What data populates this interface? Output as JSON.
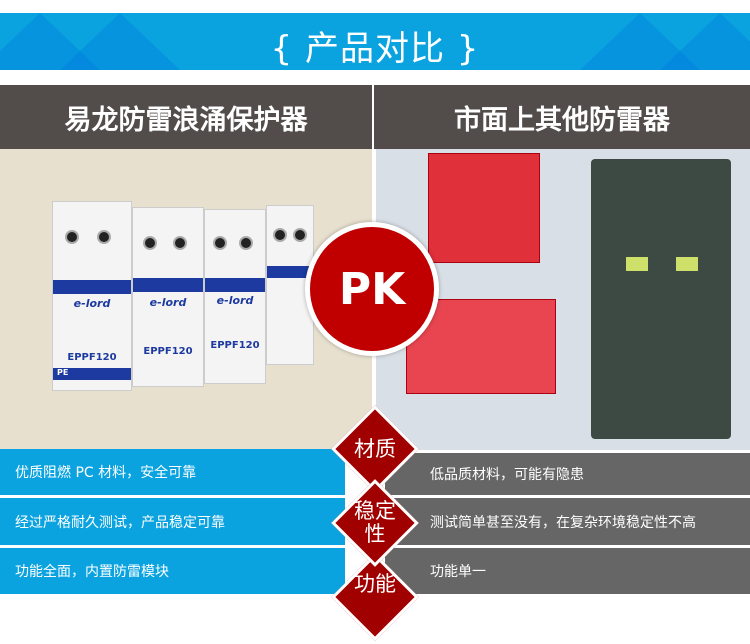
{
  "banner": {
    "title": "{ 产品对比 }"
  },
  "headers": {
    "left": "易龙防雷浪涌保护器",
    "right": "市面上其他防雷器"
  },
  "product": {
    "brand": "e-lord",
    "model": "EPPF120",
    "pe": "PE"
  },
  "pk": "PK",
  "rows": [
    {
      "category": "材质",
      "left": "优质阻燃 PC 材料，安全可靠",
      "right": "低品质材料，可能有隐患"
    },
    {
      "category": "稳定性",
      "left": "经过严格耐久测试，产品稳定可靠",
      "right": "测试简单甚至没有，在复杂环境稳定性不高"
    },
    {
      "category": "功能",
      "left": "功能全面，内置防雷模块",
      "right": "功能单一"
    }
  ],
  "colors": {
    "blue": "#0aa3e0",
    "gray": "#666666",
    "red": "#a00000",
    "header": "#524d4b"
  }
}
